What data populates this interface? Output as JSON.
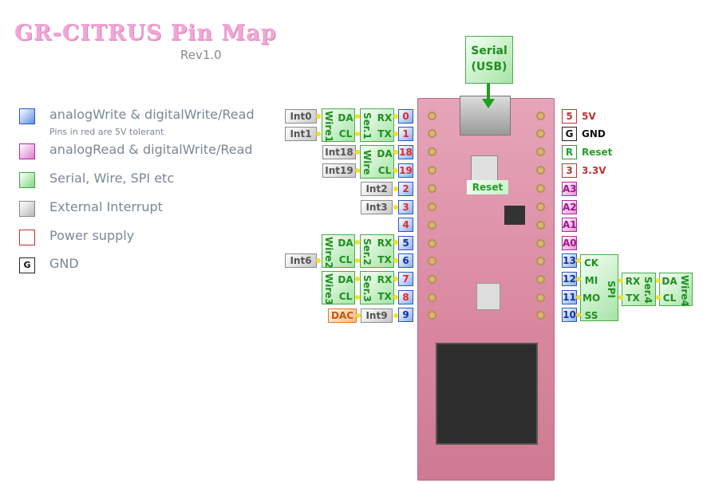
{
  "header": {
    "title": "GR-CITRUS Pin Map",
    "revision": "Rev1.0"
  },
  "legend": [
    {
      "label": "analogWrite & digitalWrite/Read",
      "note": "Pins in red are 5V tolerant",
      "color": "#5b8ee8"
    },
    {
      "label": "analogRead & digitalWrite/Read",
      "color": "#e07ad0"
    },
    {
      "label": "Serial, Wire, SPI etc",
      "color": "#7fd67f"
    },
    {
      "label": "External Interrupt",
      "color": "#b8b8b8"
    },
    {
      "label": "Power supply",
      "color": "#c43030"
    },
    {
      "label": "GND",
      "badge": "G"
    }
  ],
  "usb": {
    "label_line1": "Serial",
    "label_line2": "(USB)"
  },
  "reset_label": "Reset",
  "left_pins": [
    "0",
    "1",
    "18",
    "19",
    "2",
    "3",
    "4",
    "5",
    "6",
    "7",
    "8",
    "9"
  ],
  "left_functions": {
    "wire1": {
      "name": "Wire1",
      "da": "DA",
      "cl": "CL"
    },
    "ser1": {
      "name": "Ser.1",
      "rx": "RX",
      "tx": "TX"
    },
    "wire": {
      "name": "Wire",
      "da": "DA",
      "cl": "CL"
    },
    "wire2": {
      "name": "Wire2",
      "da": "DA",
      "cl": "CL"
    },
    "ser2": {
      "name": "Ser.2",
      "rx": "RX",
      "tx": "TX"
    },
    "wire3": {
      "name": "Wire3",
      "da": "DA",
      "cl": "CL"
    },
    "ser3": {
      "name": "Ser.3",
      "rx": "RX",
      "tx": "TX"
    }
  },
  "interrupts": {
    "int0": "Int0",
    "int1": "Int1",
    "int18": "Int18",
    "int19": "Int19",
    "int2": "Int2",
    "int3": "Int3",
    "int6": "Int6",
    "int9": "Int9"
  },
  "dac": "DAC",
  "right_pins": {
    "p5v": {
      "pin": "5",
      "label": "5V"
    },
    "gnd": {
      "pin": "G",
      "label": "GND"
    },
    "rst": {
      "pin": "R",
      "label": "Reset"
    },
    "p33": {
      "pin": "3",
      "label": "3.3V"
    },
    "a3": "A3",
    "a2": "A2",
    "a1": "A1",
    "a0": "A0",
    "p13": "13",
    "p12": "12",
    "p11": "11",
    "p10": "10"
  },
  "spi": {
    "name": "SPI",
    "ck": "CK",
    "mi": "MI",
    "mo": "MO",
    "ss": "SS"
  },
  "ser4": {
    "name": "Ser.4",
    "rx": "RX",
    "tx": "TX"
  },
  "wire4": {
    "name": "Wire4",
    "da": "DA",
    "cl": "CL"
  }
}
